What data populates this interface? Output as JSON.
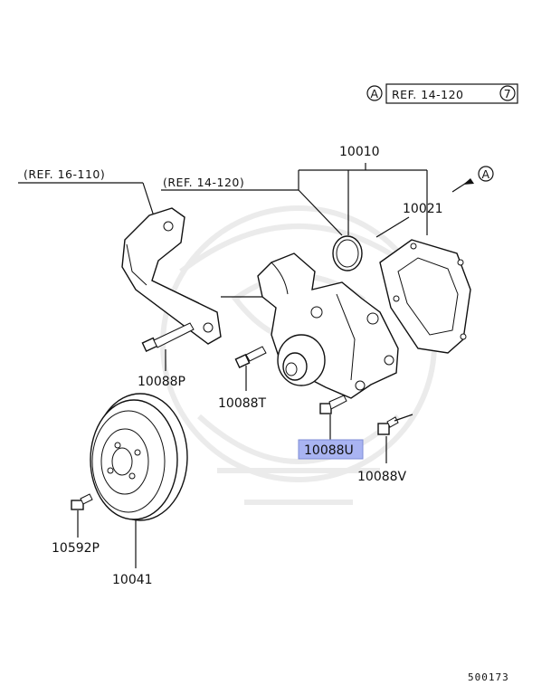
{
  "ref_top": {
    "circle": "A",
    "text": "REF. 14-120",
    "circled_num": "7"
  },
  "ref_bracket": "(REF. 16-110)",
  "ref_pump": "(REF. 14-120)",
  "ref_arrow_circle": "A",
  "labels": {
    "p10010": "10010",
    "p10021": "10021",
    "p10088P": "10088P",
    "p10088T": "10088T",
    "p10088U": "10088U",
    "p10088V": "10088V",
    "p10592P": "10592P",
    "p10041": "10041"
  },
  "highlight_color": "#a9b4f2",
  "footer_code": "500173"
}
